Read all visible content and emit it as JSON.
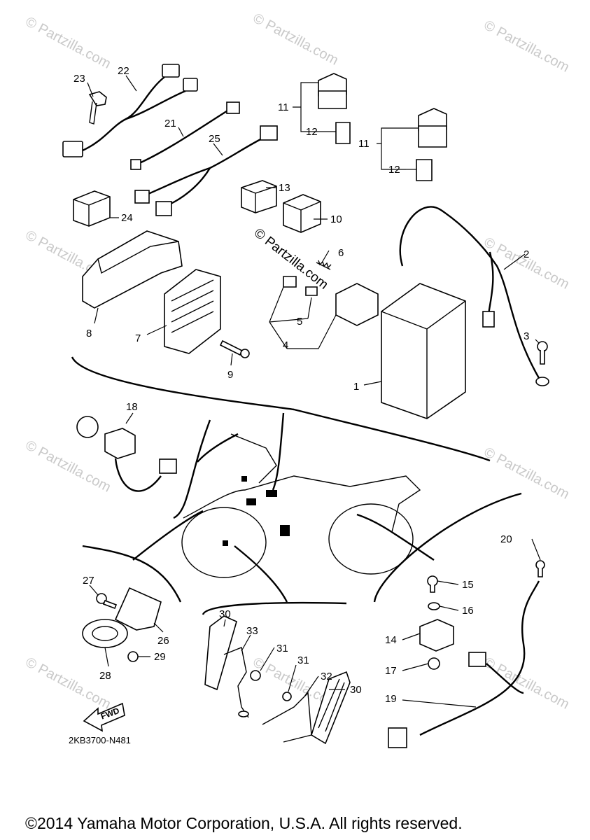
{
  "watermark": "© Partzilla.com",
  "diagram_code": "2KB3700-N481",
  "fwd_arrow_label": "FWD",
  "copyright": "©2014 Yamaha Motor Corporation, U.S.A. All rights reserved.",
  "callouts": {
    "c1": "1",
    "c2": "2",
    "c3": "3",
    "c4": "4",
    "c5": "5",
    "c6": "6",
    "c7": "7",
    "c8": "8",
    "c9": "9",
    "c10": "10",
    "c11a": "11",
    "c11b": "11",
    "c12a": "12",
    "c12b": "12",
    "c13": "13",
    "c14": "14",
    "c15": "15",
    "c16": "16",
    "c17": "17",
    "c18": "18",
    "c19": "19",
    "c20": "20",
    "c21": "21",
    "c22": "22",
    "c23": "23",
    "c24": "24",
    "c25": "25",
    "c26": "26",
    "c27": "27",
    "c28": "28",
    "c29": "29",
    "c30a": "30",
    "c30b": "30",
    "c31a": "31",
    "c31b": "31",
    "c32": "32",
    "c33": "33"
  }
}
